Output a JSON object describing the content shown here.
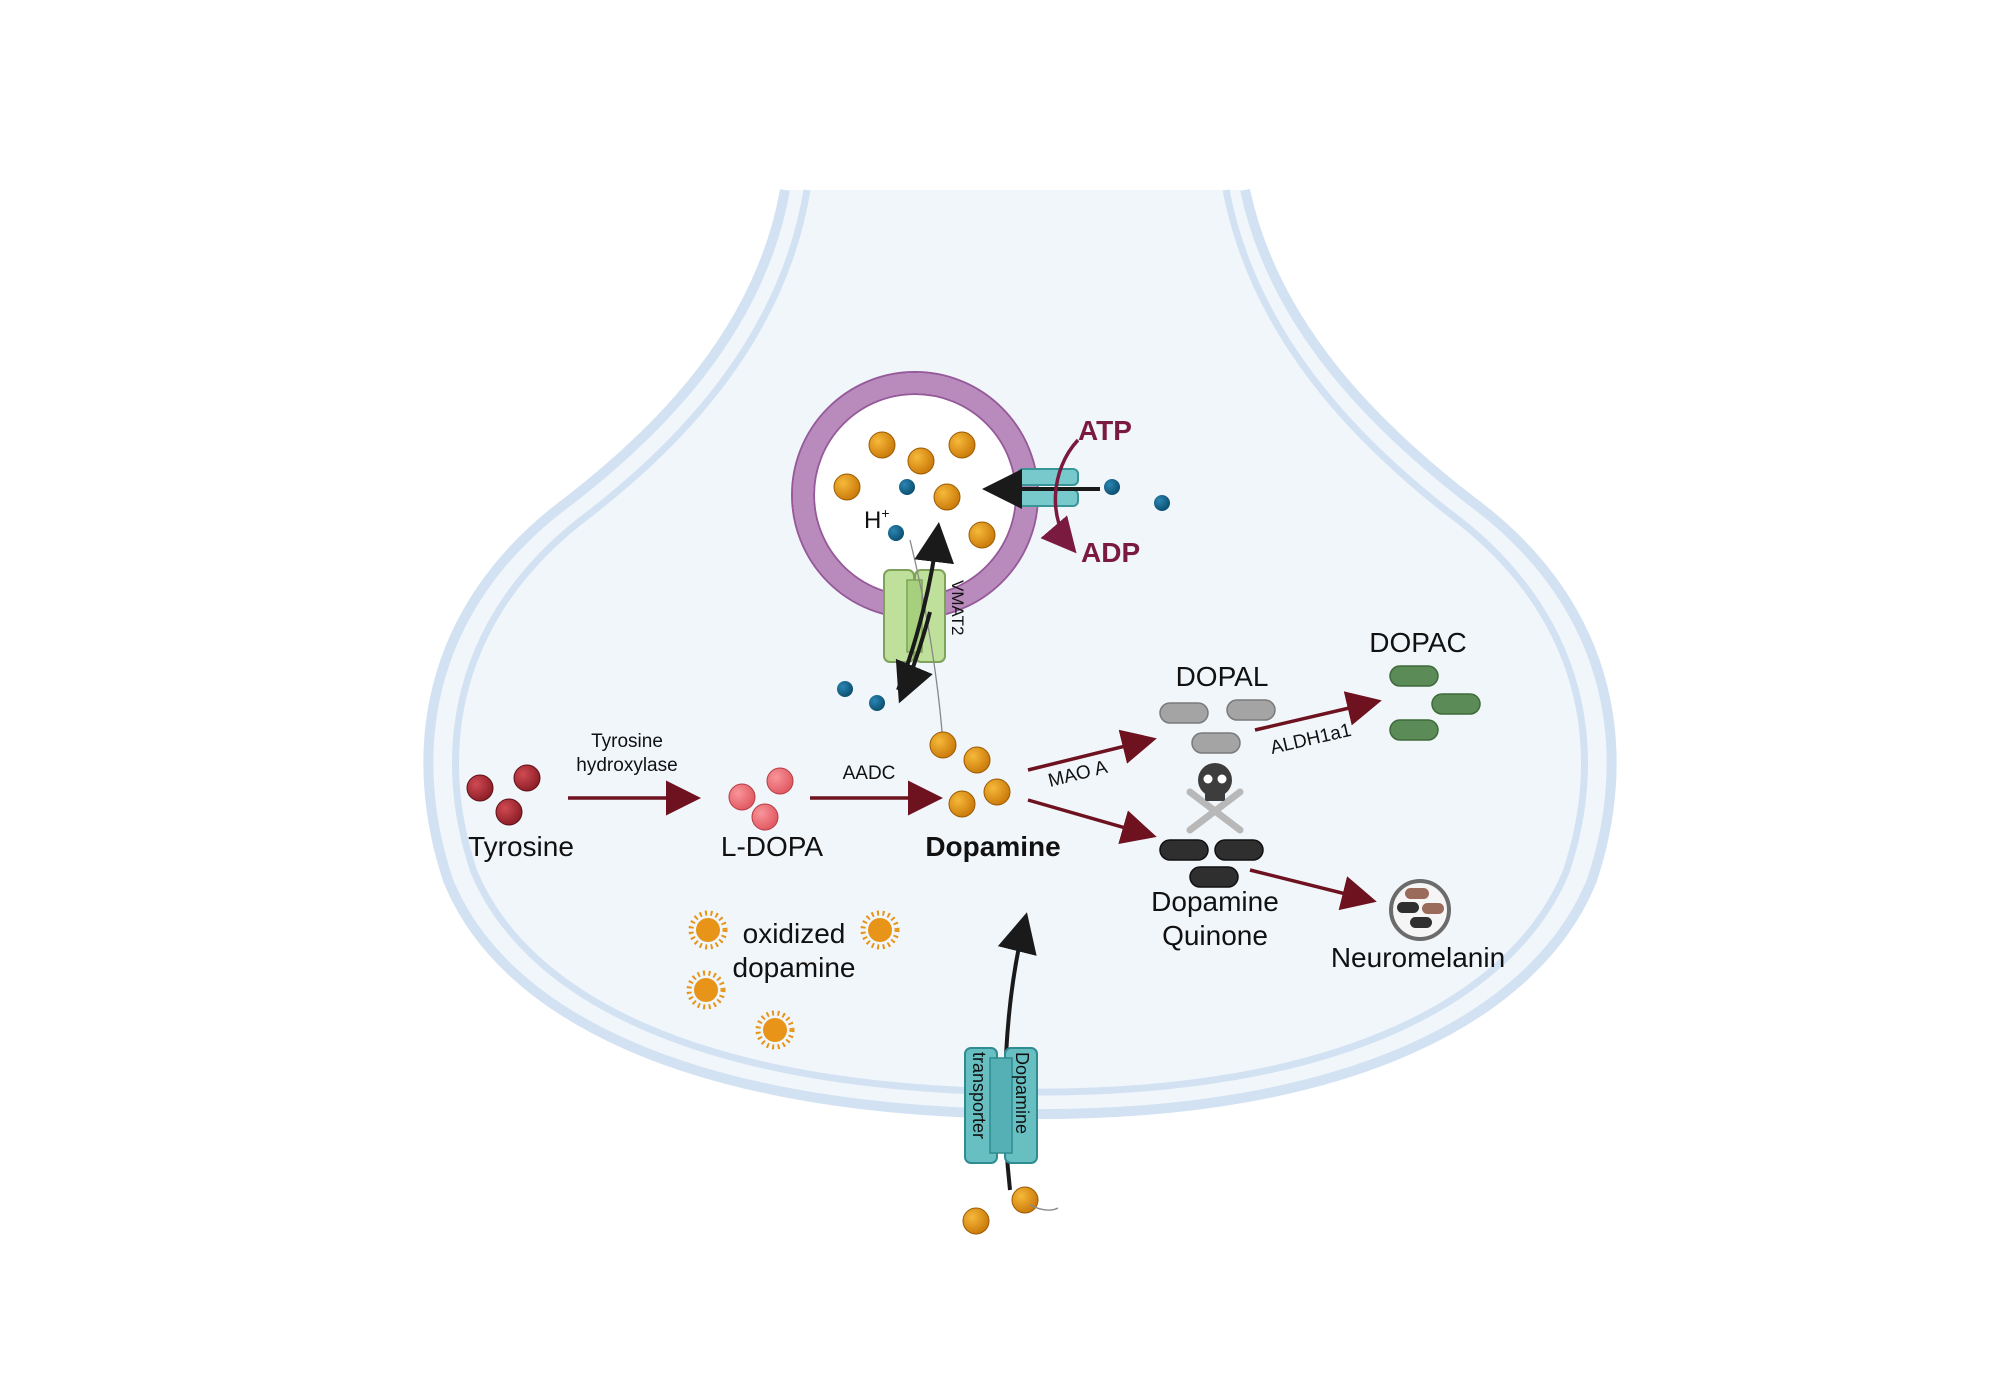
{
  "labels": {
    "tyrosine": "Tyrosine",
    "enzyme_th_line1": "Tyrosine",
    "enzyme_th_line2": "hydroxylase",
    "ldopa": "L-DOPA",
    "enzyme_aadc": "AADC",
    "dopamine": "Dopamine",
    "mao": "MAO A",
    "dopal": "DOPAL",
    "aldh": "ALDH1a1",
    "dopac": "DOPAC",
    "quinone_line1": "Dopamine",
    "quinone_line2": "Quinone",
    "neuromelanin": "Neuromelanin",
    "oxidized_line1": "oxidized",
    "oxidized_line2": "dopamine",
    "vmat2": "VMAT2",
    "atp": "ATP",
    "adp": "ADP",
    "proton": "H",
    "proton_sup": "+",
    "dat_line1": "Dopamine",
    "dat_line2": "transporter"
  },
  "colors": {
    "cytoplasm": "#f1f6fb",
    "membrane": "#d2e2f3",
    "vesicle_membrane": "#b98bbd",
    "dopamine": "#e0900d",
    "tyrosine": "#a82b34",
    "ldopa": "#ee6b73",
    "proton": "#0f5f86",
    "pathway_arrow": "#6e1220",
    "atp_text": "#7a1a3e",
    "vmat2": "#bfe09b",
    "atpase": "#77c9cc",
    "dat": "#67bfc2",
    "dopal": "#a4a4a4",
    "dopac": "#5b8b56",
    "quinone": "#2f2f2f",
    "toxic_icon": "#3d3d3d"
  },
  "icons": [
    "skull-crossbones-icon",
    "neuromelanin-granule-icon",
    "oxidized-dopamine-icon"
  ]
}
